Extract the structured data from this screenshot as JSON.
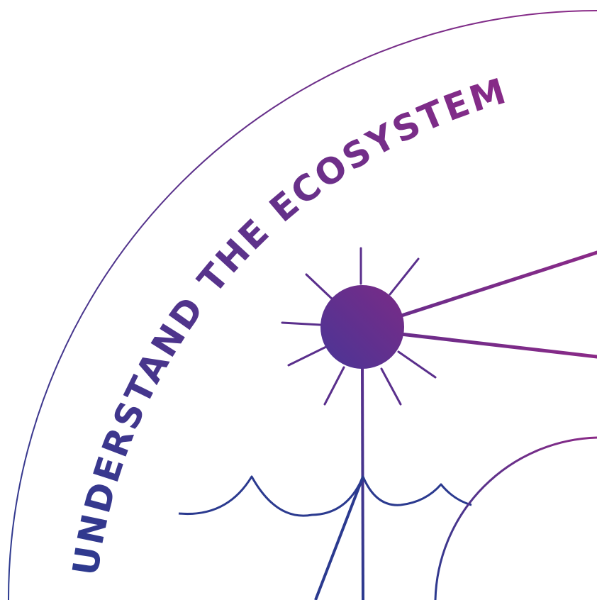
{
  "title": "UNDERSTAND THE ECOSYSTEM",
  "colors": {
    "primary_blue": "#2b3a8f",
    "primary_purple": "#8a2a87",
    "background": "#ffffff"
  },
  "elements": {
    "outer_ring": "quarter-circle outline",
    "sun": "sun-icon",
    "waves": "wave-line",
    "tree": "stem-with-roots",
    "small_ring": "circle outline"
  }
}
